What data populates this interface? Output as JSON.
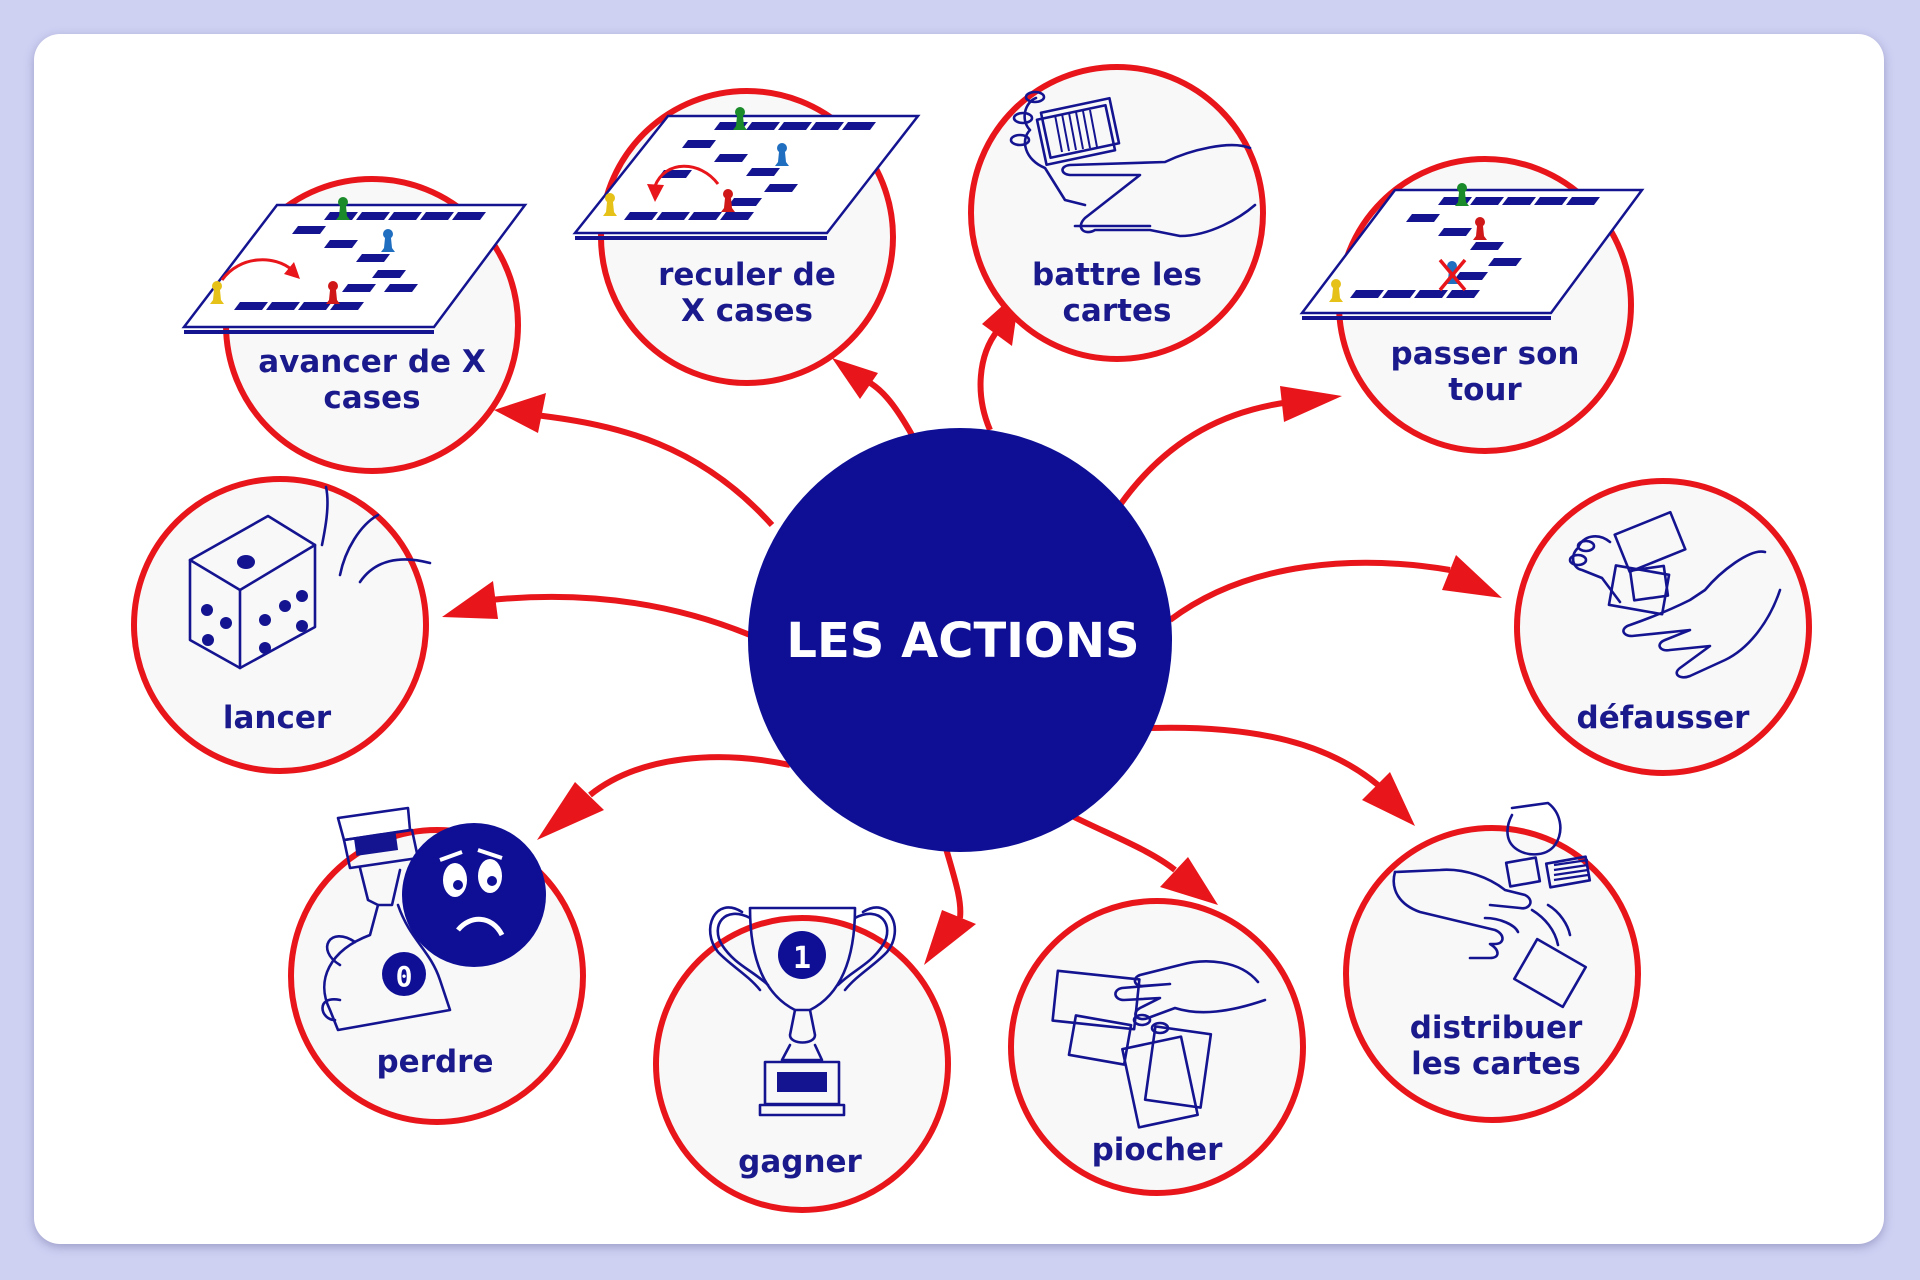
{
  "center": {
    "label": "LES ACTIONS"
  },
  "nodes": {
    "avancer": {
      "line1": "avancer de X",
      "line2": "cases"
    },
    "reculer": {
      "line1": "reculer de",
      "line2": "X cases"
    },
    "battre": {
      "line1": "battre les",
      "line2": "cartes"
    },
    "passer": {
      "line1": "passer son",
      "line2": "tour"
    },
    "lancer": {
      "line1": "lancer"
    },
    "defausser": {
      "line1": "défausser"
    },
    "perdre": {
      "line1": "perdre",
      "badge": "0"
    },
    "gagner": {
      "line1": "gagner",
      "badge": "1"
    },
    "piocher": {
      "line1": "piocher"
    },
    "distribuer": {
      "line1": "distribuer",
      "line2": "les cartes"
    }
  },
  "colors": {
    "accent_red": "#e8161b",
    "navy": "#0f0f96",
    "ink": "#141491",
    "background": "#cfd1f3"
  },
  "icons": {
    "avancer": "board-forward-icon",
    "reculer": "board-backward-icon",
    "battre": "shuffle-cards-icon",
    "passer": "board-skip-icon",
    "lancer": "dice-icon",
    "defausser": "discard-hands-icon",
    "perdre": "sad-face-trophy-icon",
    "gagner": "trophy-icon",
    "piocher": "draw-card-icon",
    "distribuer": "deal-cards-icon"
  }
}
